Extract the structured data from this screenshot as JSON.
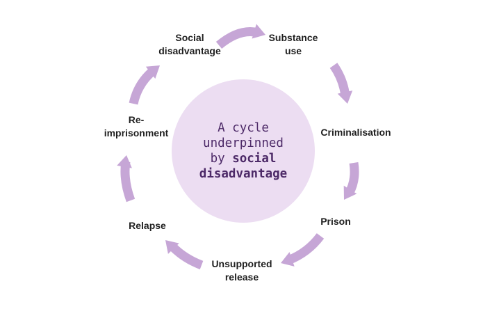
{
  "diagram": {
    "center_circle": {
      "line1": "A cycle",
      "line2": "underpinned",
      "line3_normal": "by ",
      "line3_bold": "social",
      "line4_bold": "disadvantage"
    },
    "steps": [
      {
        "label": "Social\ndisadvantage"
      },
      {
        "label": "Substance\nuse"
      },
      {
        "label": "Criminalisation"
      },
      {
        "label": "Prison"
      },
      {
        "label": "Unsupported\nrelease"
      },
      {
        "label": "Relapse"
      },
      {
        "label": "Re-\nimprisonment"
      }
    ],
    "arrows": [
      {
        "from": "Social disadvantage",
        "to": "Substance use"
      },
      {
        "from": "Substance use",
        "to": "Criminalisation"
      },
      {
        "from": "Criminalisation",
        "to": "Prison"
      },
      {
        "from": "Prison",
        "to": "Unsupported release"
      },
      {
        "from": "Unsupported release",
        "to": "Relapse"
      },
      {
        "from": "Relapse",
        "to": "Re-imprisonment"
      },
      {
        "from": "Re-imprisonment",
        "to": "Social disadvantage"
      }
    ],
    "colors": {
      "arrow": "#c6a6d6",
      "circle_fill": "#ecddf2",
      "center_text": "#4d2a68",
      "label_text": "#1f1f1f",
      "background": "#ffffff"
    }
  }
}
